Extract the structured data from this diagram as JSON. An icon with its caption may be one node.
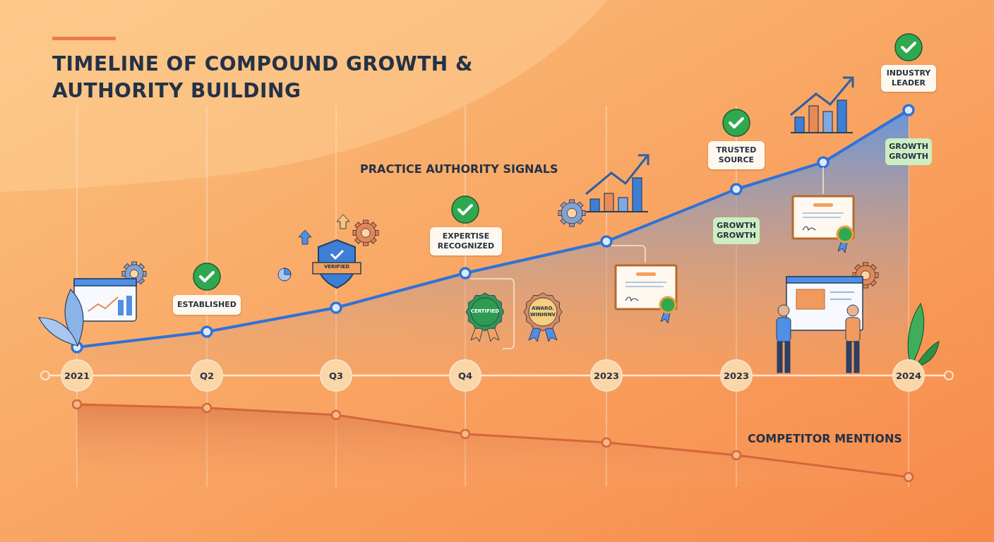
{
  "diagram": {
    "title": "TIMELINE OF COMPOUND GROWTH & AUTHORITY BUILDING",
    "nodes": [
      {
        "text": [
          "ESTABLISHED"
        ]
      },
      {
        "text": [
          "VERIFIED"
        ]
      },
      {
        "text": [
          "EXPERTISE RECOGNIZED"
        ]
      },
      {
        "text": [
          "CERTIFIED"
        ]
      },
      {
        "text": [
          "AWARO. WINHINV"
        ]
      },
      {
        "text": [
          "TRUSTED SOURCE"
        ]
      },
      {
        "text": [
          "GROWTH GROWTH"
        ]
      },
      {
        "text": [
          "INDUSTRY LEADER"
        ]
      },
      {
        "text": [
          "GROWTH GROWTH"
        ]
      },
      {
        "text": [
          "2021"
        ]
      },
      {
        "text": [
          "Q2"
        ]
      },
      {
        "text": [
          "Q3"
        ]
      },
      {
        "text": [
          "Q4"
        ]
      },
      {
        "text": [
          "2023"
        ]
      },
      {
        "text": [
          "2023"
        ]
      },
      {
        "text": [
          "2024"
        ]
      }
    ],
    "labels": [
      "PRACTICE AUTHORITY SIGNALS",
      "COMPETITOR MENTIONS"
    ]
  }
}
